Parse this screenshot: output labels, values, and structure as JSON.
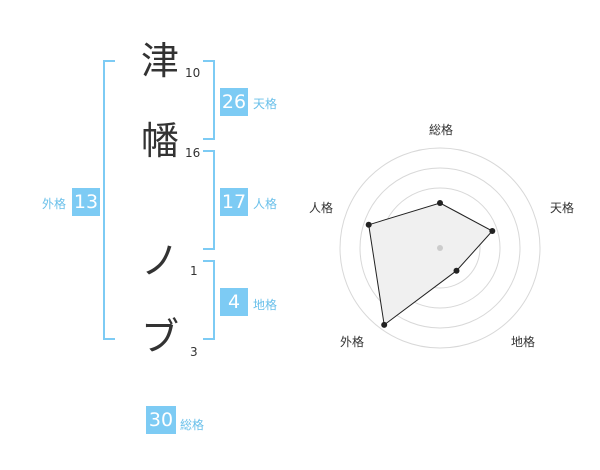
{
  "name": {
    "characters": [
      {
        "char": "津",
        "strokes": "10"
      },
      {
        "char": "幡",
        "strokes": "16"
      },
      {
        "char": "ノ",
        "strokes": "1"
      },
      {
        "char": "ブ",
        "strokes": "3"
      }
    ]
  },
  "fortune": {
    "tenkaku": {
      "label": "天格",
      "value": "26"
    },
    "jinkaku": {
      "label": "人格",
      "value": "17"
    },
    "chikaku": {
      "label": "地格",
      "value": "4"
    },
    "gaikaku": {
      "label": "外格",
      "value": "13"
    },
    "soukaku": {
      "label": "総格",
      "value": "30"
    }
  },
  "radar": {
    "axes": [
      "総格",
      "天格",
      "地格",
      "外格",
      "人格"
    ],
    "values": [
      0.45,
      0.55,
      0.28,
      0.95,
      0.75
    ],
    "accent": "#7dcbf4",
    "fill": "#f0f0f0",
    "ring_color": "#d8d8d8"
  }
}
